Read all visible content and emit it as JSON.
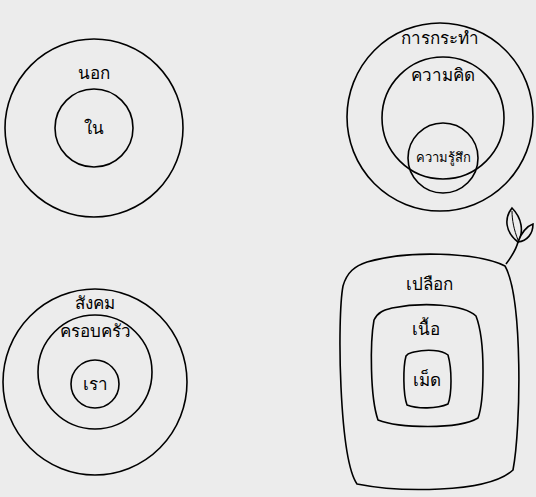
{
  "diagram": {
    "nodes": [
      {
        "text": [
          "นอก"
        ]
      },
      {
        "text": [
          "ใน"
        ],
        "in": 0
      },
      {
        "text": [
          "การกระทำ"
        ]
      },
      {
        "text": [
          "ความคิด"
        ],
        "in": 2
      },
      {
        "text": [
          "ความรู้สึก"
        ],
        "in": 3
      },
      {
        "text": [
          "สังคม"
        ]
      },
      {
        "text": [
          "ครอบครัว"
        ],
        "in": 5
      },
      {
        "text": [
          "เรา"
        ],
        "in": 6
      },
      {
        "text": [
          "เปลือก"
        ]
      },
      {
        "text": [
          "เนื้อ"
        ],
        "in": 8
      },
      {
        "text": [
          "เม็ด"
        ],
        "in": 9
      }
    ]
  }
}
